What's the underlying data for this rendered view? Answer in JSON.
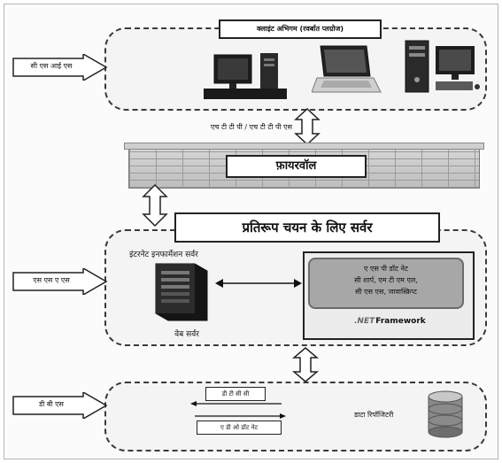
{
  "client": {
    "title": "क्लाइंट अभिगम (रवर्बात प्लग्रोज)",
    "side_label": "सी एस आई एस"
  },
  "connection": {
    "label": "एच टी टी पी / एच टी टी पी एस"
  },
  "firewall": {
    "label": "फ़ायरवॉल"
  },
  "server": {
    "title": "प्रतिरूप चयन के लिए सर्वर",
    "side_label": "एस एस ए एस",
    "iis_label": "इंटरनेट इनफार्मेशन सर्वर",
    "web_server_label": "वेब सर्वर",
    "framework_lines": [
      "ए एस पी डॉट नेट",
      "सी शार्प, एम टी एम एल,",
      "सी एस एस, जावास्क्रिप्ट"
    ],
    "framework_prefix": ".NET",
    "framework_name": "Framework"
  },
  "database": {
    "side_label": "डी बी एस",
    "box_top": "डी टी सी सी",
    "box_bottom": "ए डी ओ डॉट नेट",
    "label": "डाटा रिपॉजिटरी"
  },
  "colors": {
    "zone_border": "#3a3a3a",
    "zone_fill": "#f4f4f4",
    "framework_panel": "#a7a7a7"
  }
}
